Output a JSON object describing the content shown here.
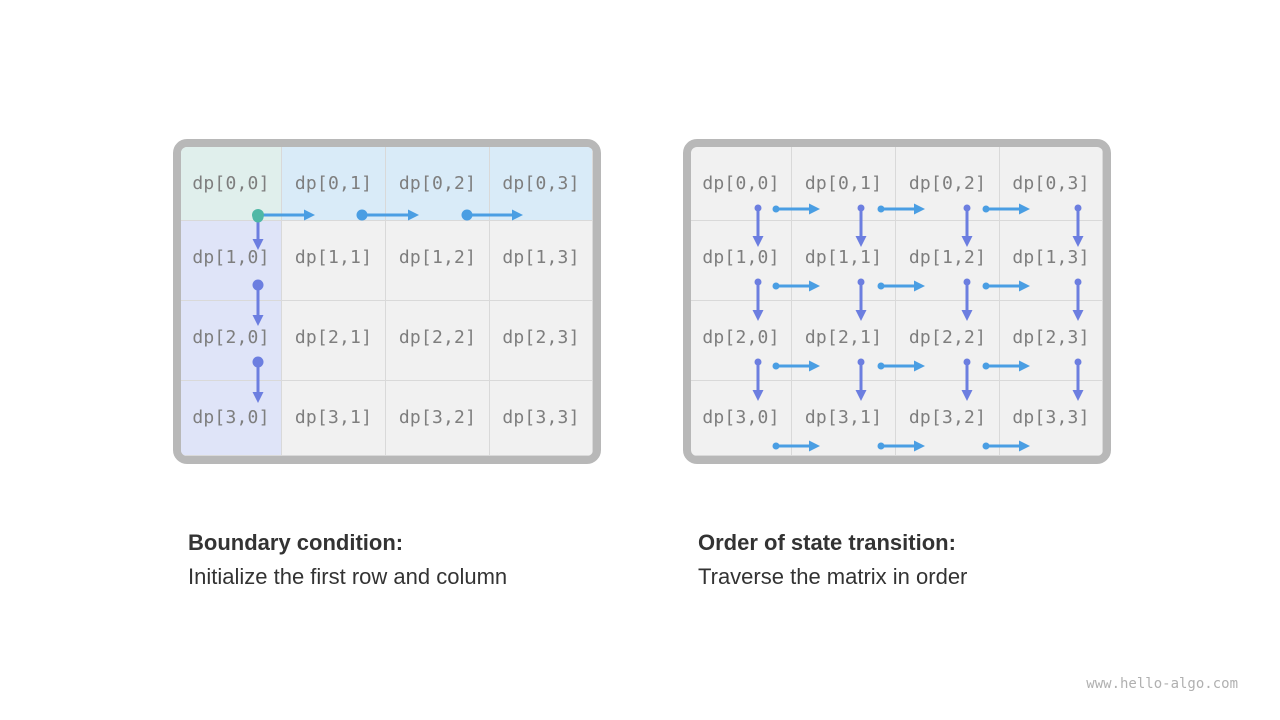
{
  "grid": {
    "cells": [
      [
        "dp[0,0]",
        "dp[0,1]",
        "dp[0,2]",
        "dp[0,3]"
      ],
      [
        "dp[1,0]",
        "dp[1,1]",
        "dp[1,2]",
        "dp[1,3]"
      ],
      [
        "dp[2,0]",
        "dp[2,1]",
        "dp[2,2]",
        "dp[2,3]"
      ],
      [
        "dp[3,0]",
        "dp[3,1]",
        "dp[3,2]",
        "dp[3,3]"
      ]
    ]
  },
  "left": {
    "heading": "Boundary condition:",
    "description": "Initialize the first row and column"
  },
  "right": {
    "heading": "Order of state transition:",
    "description": "Traverse the matrix in order"
  },
  "watermark": "www.hello-algo.com",
  "colors": {
    "panel_border": "#b8b8b8",
    "cell_bg": "#f1f1f1",
    "origin_cell": "#e0efec",
    "first_row": "#d9ebf8",
    "first_col": "#dfe4f8",
    "arrow_right": "#4a9ee3",
    "arrow_down": "#6c7ee0",
    "origin_dot": "#4fb8a6"
  }
}
